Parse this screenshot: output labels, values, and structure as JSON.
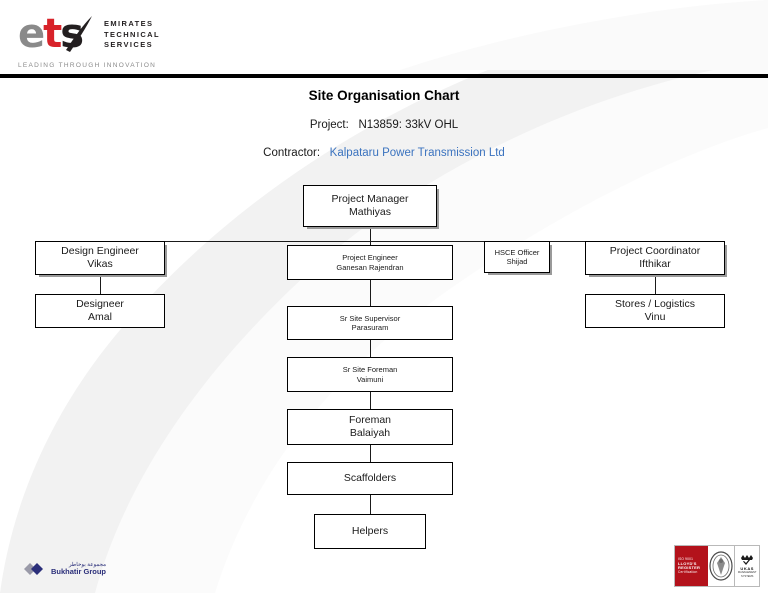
{
  "header": {
    "logo": {
      "mark_letters": [
        "e",
        "t",
        "s"
      ],
      "words": [
        "EMIRATES",
        "TECHNICAL",
        "SERVICES"
      ],
      "tagline": "LEADING THROUGH INNOVATION",
      "colors": {
        "grey": "#8a8a8a",
        "red": "#d8232a",
        "black": "#231f20"
      }
    }
  },
  "titles": {
    "main": "Site Organisation Chart",
    "project_label": "Project:",
    "project_value": "N13859: 33kV OHL",
    "contractor_label": "Contractor:",
    "contractor_value": "Kalpataru Power Transmission Ltd",
    "contractor_color": "#3b73bf"
  },
  "chart_data": {
    "type": "org-chart",
    "title": "Site Organisation Chart",
    "nodes": [
      {
        "id": "pm",
        "role": "Project Manager",
        "name": "Mathiyas",
        "tier": 1,
        "shadow": true,
        "font": "large"
      },
      {
        "id": "de",
        "role": "Design Engineer",
        "name": "Vikas",
        "tier": 2,
        "shadow": true,
        "font": "large"
      },
      {
        "id": "pe",
        "role": "Project Engineer",
        "name": "Ganesan Rajendran",
        "tier": 2,
        "shadow": false,
        "font": "small"
      },
      {
        "id": "hsce",
        "role": "HSCE Officer",
        "name": "Shijad",
        "tier": 2,
        "shadow": true,
        "font": "small"
      },
      {
        "id": "pc",
        "role": "Project Coordinator",
        "name": "Ifthikar",
        "tier": 2,
        "shadow": true,
        "font": "large"
      },
      {
        "id": "designer",
        "role": "Designeer",
        "name": "Amal",
        "tier": 3,
        "shadow": false,
        "font": "large"
      },
      {
        "id": "stores",
        "role": "Stores / Logistics",
        "name": "Vinu",
        "tier": 3,
        "shadow": false,
        "font": "large"
      },
      {
        "id": "sss",
        "role": "Sr Site Supervisor",
        "name": "Parasuram",
        "tier": 3,
        "shadow": false,
        "font": "small"
      },
      {
        "id": "ssf",
        "role": "Sr Site Foreman",
        "name": "Vaimuni",
        "tier": 4,
        "shadow": false,
        "font": "small"
      },
      {
        "id": "fm",
        "role": "Foreman",
        "name": "Balaiyah",
        "tier": 5,
        "shadow": false,
        "font": "large"
      },
      {
        "id": "scaf",
        "role": "Scaffolders",
        "name": "",
        "tier": 6,
        "shadow": false,
        "font": "large"
      },
      {
        "id": "help",
        "role": "Helpers",
        "name": "",
        "tier": 7,
        "shadow": false,
        "font": "large"
      }
    ],
    "edges": [
      {
        "from": "pm",
        "to": "de"
      },
      {
        "from": "pm",
        "to": "pe"
      },
      {
        "from": "pm",
        "to": "hsce"
      },
      {
        "from": "pm",
        "to": "pc"
      },
      {
        "from": "de",
        "to": "designer"
      },
      {
        "from": "pc",
        "to": "stores"
      },
      {
        "from": "pe",
        "to": "sss"
      },
      {
        "from": "sss",
        "to": "ssf"
      },
      {
        "from": "ssf",
        "to": "fm"
      },
      {
        "from": "fm",
        "to": "scaf"
      },
      {
        "from": "scaf",
        "to": "help"
      }
    ]
  },
  "footer": {
    "bukhatir_arabic": "مجموعة بوخاطر",
    "bukhatir_english": "Bukhatir Group",
    "certification": {
      "line1": "ISO 9001",
      "line2": "LLOYD'S REGISTER",
      "line3": "Certification",
      "ukas_word": "UKAS",
      "ukas_sub": "MANAGEMENT SYSTEMS"
    }
  }
}
